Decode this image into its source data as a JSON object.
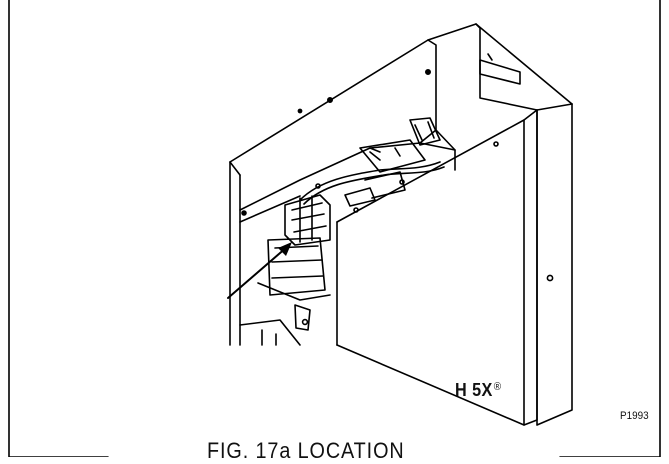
{
  "diagram": {
    "model": "H 5X",
    "registered_mark": "®",
    "reference_code": "P1993",
    "caption": "FIG. 17a LOCATION"
  }
}
